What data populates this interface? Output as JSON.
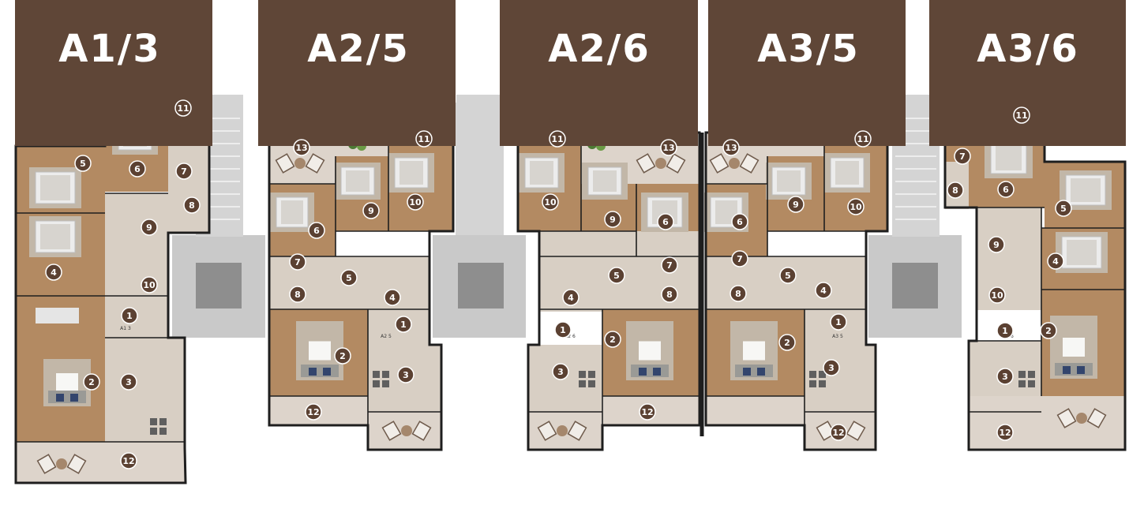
{
  "colors": {
    "header": "#5f4637",
    "wall": "#1e1e1e",
    "wood": "#b38a62",
    "wood_dark": "#8f6a47",
    "tile": "#d8cfc4",
    "terrace": "#ddd4cb",
    "stair": "#c9c9c9",
    "stair_dark": "#8e8e8e",
    "marker": "#5b4132",
    "rug": "#c2b7a8",
    "sofa": "#9a9a96",
    "bed": "#ececec",
    "blue": "#33456d"
  },
  "units": [
    {
      "label": "A1/3",
      "code": "A1 3",
      "rooms": [
        {
          "n": "1"
        },
        {
          "n": "2"
        },
        {
          "n": "3"
        },
        {
          "n": "4"
        },
        {
          "n": "5"
        },
        {
          "n": "6"
        },
        {
          "n": "7"
        },
        {
          "n": "8"
        },
        {
          "n": "9"
        },
        {
          "n": "10"
        },
        {
          "n": "11"
        },
        {
          "n": "12"
        }
      ]
    },
    {
      "label": "A2/5",
      "code": "A2 5",
      "rooms": [
        {
          "n": "1"
        },
        {
          "n": "2"
        },
        {
          "n": "3"
        },
        {
          "n": "4"
        },
        {
          "n": "5"
        },
        {
          "n": "6"
        },
        {
          "n": "7"
        },
        {
          "n": "8"
        },
        {
          "n": "9"
        },
        {
          "n": "10"
        },
        {
          "n": "11"
        },
        {
          "n": "12"
        },
        {
          "n": "13"
        }
      ]
    },
    {
      "label": "A2/6",
      "code": "A2 6",
      "rooms": [
        {
          "n": "1"
        },
        {
          "n": "2"
        },
        {
          "n": "3"
        },
        {
          "n": "4"
        },
        {
          "n": "5"
        },
        {
          "n": "6"
        },
        {
          "n": "7"
        },
        {
          "n": "8"
        },
        {
          "n": "9"
        },
        {
          "n": "10"
        },
        {
          "n": "11"
        },
        {
          "n": "12"
        },
        {
          "n": "13"
        }
      ]
    },
    {
      "label": "A3/5",
      "code": "A3 5",
      "rooms": [
        {
          "n": "1"
        },
        {
          "n": "2"
        },
        {
          "n": "3"
        },
        {
          "n": "4"
        },
        {
          "n": "5"
        },
        {
          "n": "6"
        },
        {
          "n": "7"
        },
        {
          "n": "8"
        },
        {
          "n": "9"
        },
        {
          "n": "10"
        },
        {
          "n": "11"
        },
        {
          "n": "12"
        },
        {
          "n": "13"
        }
      ]
    },
    {
      "label": "A3/6",
      "code": "A3 6",
      "rooms": [
        {
          "n": "1"
        },
        {
          "n": "2"
        },
        {
          "n": "3"
        },
        {
          "n": "4"
        },
        {
          "n": "5"
        },
        {
          "n": "6"
        },
        {
          "n": "7"
        },
        {
          "n": "8"
        },
        {
          "n": "9"
        },
        {
          "n": "10"
        },
        {
          "n": "11"
        },
        {
          "n": "12"
        }
      ]
    }
  ]
}
